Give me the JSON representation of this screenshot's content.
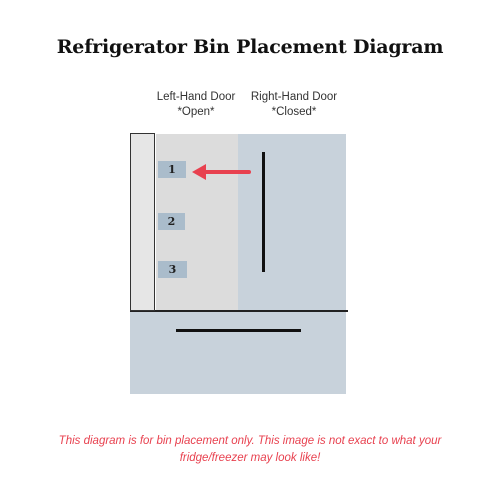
{
  "title": "Refrigerator Bin Placement Diagram",
  "doors": {
    "left": {
      "name": "Left-Hand Door",
      "state": "*Open*"
    },
    "right": {
      "name": "Right-Hand Door",
      "state": "*Closed*"
    }
  },
  "bins": [
    {
      "label": "1"
    },
    {
      "label": "2"
    },
    {
      "label": "3"
    }
  ],
  "disclaimer": "This diagram is for bin placement only. This image is not exact to what your fridge/freezer may look like!",
  "colors": {
    "fridge_body": "#c8d2db",
    "open_compartment": "#dcdcdc",
    "bin": "#aabccb",
    "arrow": "#e8414f",
    "disclaimer": "#e8414f"
  }
}
